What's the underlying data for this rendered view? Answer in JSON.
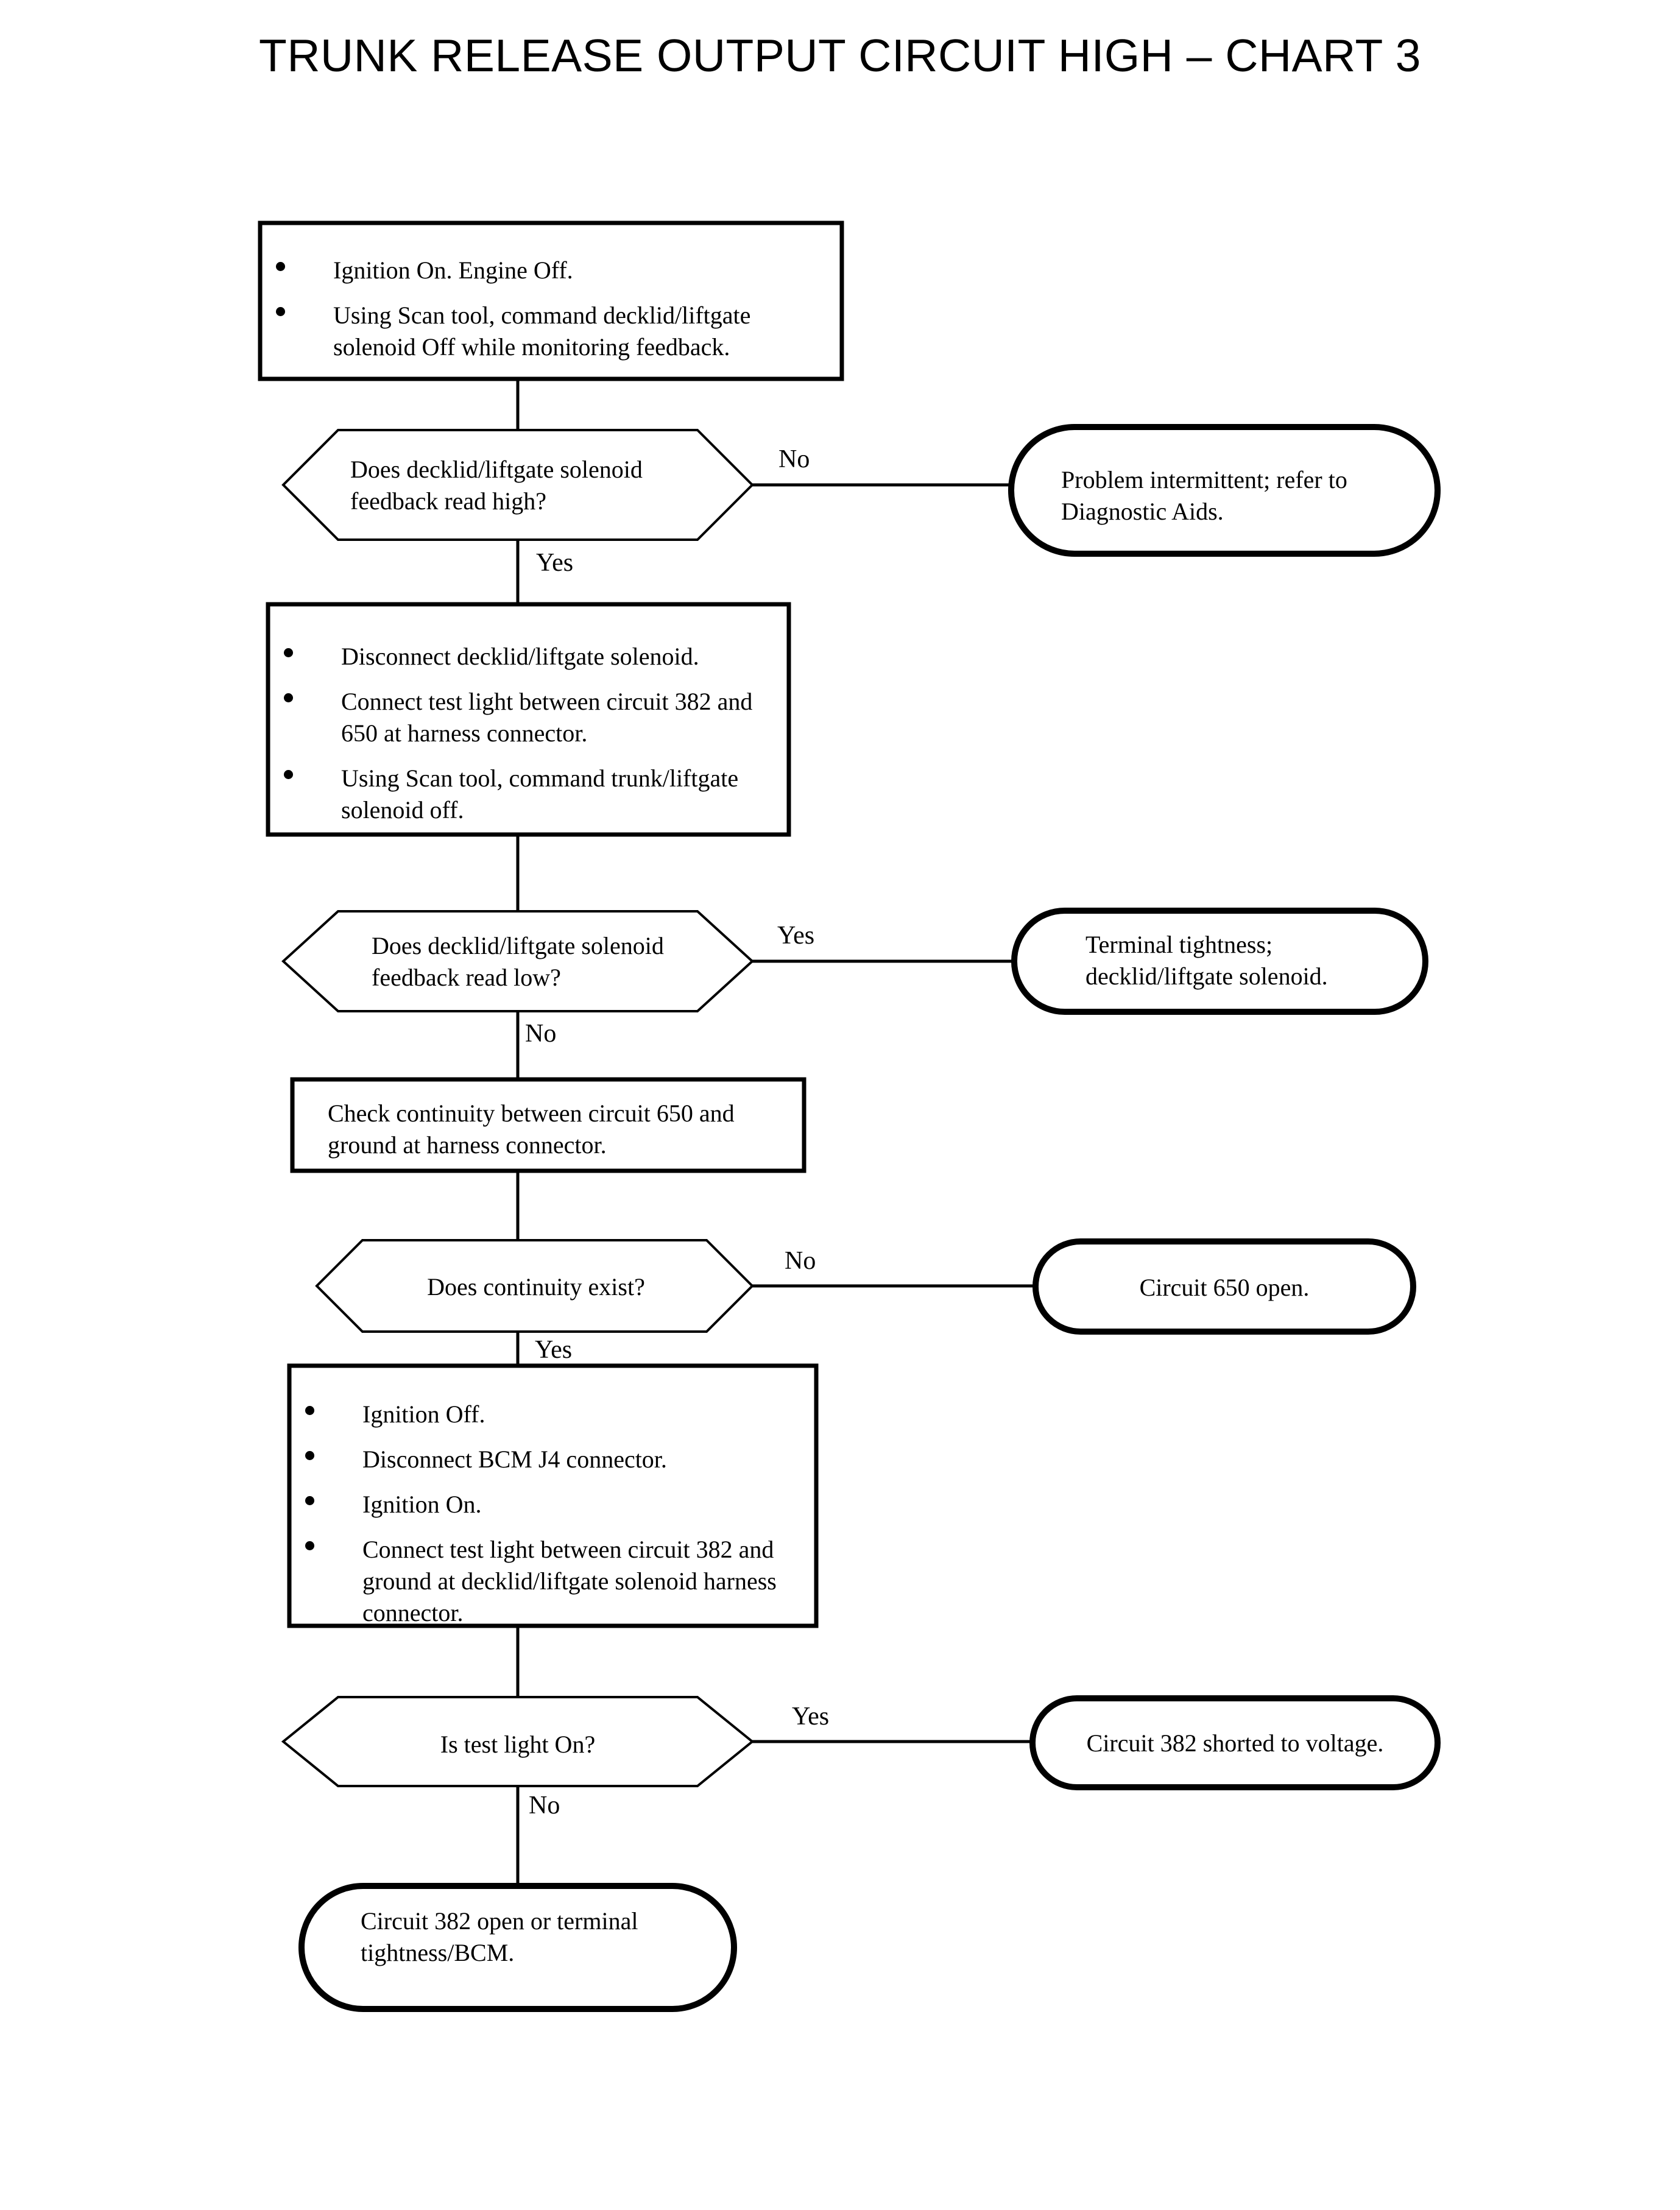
{
  "document": {
    "title": "TRUNK RELEASE OUTPUT CIRCUIT HIGH – CHART 3",
    "type": "diagnostic-flowchart"
  },
  "chart_data": {
    "type": "flowchart",
    "title": "TRUNK RELEASE OUTPUT CIRCUIT HIGH – CHART 3",
    "orientation": "top-to-bottom",
    "nodes": [
      {
        "id": "step1",
        "shape": "process",
        "bullets": [
          "Ignition On. Engine Off.",
          "Using Scan tool, command decklid/liftgate solenoid Off while monitoring feedback."
        ]
      },
      {
        "id": "decision1",
        "shape": "decision",
        "text": "Does decklid/liftgate solenoid feedback read high?"
      },
      {
        "id": "terminal1",
        "shape": "terminal",
        "text": "Problem intermittent; refer to Diagnostic Aids."
      },
      {
        "id": "step2",
        "shape": "process",
        "bullets": [
          "Disconnect decklid/liftgate solenoid.",
          "Connect test light between circuit 382 and 650 at harness connector.",
          "Using Scan tool, command trunk/liftgate solenoid off."
        ]
      },
      {
        "id": "decision2",
        "shape": "decision",
        "text": "Does decklid/liftgate solenoid feedback read low?"
      },
      {
        "id": "terminal2",
        "shape": "terminal",
        "text": "Terminal tightness; decklid/liftgate solenoid."
      },
      {
        "id": "step3",
        "shape": "process",
        "text": "Check continuity between circuit 650 and ground at harness connector."
      },
      {
        "id": "decision3",
        "shape": "decision",
        "text": "Does continuity exist?"
      },
      {
        "id": "terminal3",
        "shape": "terminal",
        "text": "Circuit 650 open."
      },
      {
        "id": "step4",
        "shape": "process",
        "bullets": [
          "Ignition Off.",
          "Disconnect BCM J4 connector.",
          "Ignition On.",
          "Connect test light between circuit 382 and ground at decklid/liftgate solenoid harness connector."
        ]
      },
      {
        "id": "decision4",
        "shape": "decision",
        "text": "Is test light On?"
      },
      {
        "id": "terminal4",
        "shape": "terminal",
        "text": "Circuit 382 shorted to voltage."
      },
      {
        "id": "terminal5",
        "shape": "terminal",
        "text": "Circuit 382 open or terminal tightness/BCM."
      }
    ],
    "edges": [
      {
        "from": "step1",
        "to": "decision1",
        "label": ""
      },
      {
        "from": "decision1",
        "to": "terminal1",
        "label": "No"
      },
      {
        "from": "decision1",
        "to": "step2",
        "label": "Yes"
      },
      {
        "from": "step2",
        "to": "decision2",
        "label": ""
      },
      {
        "from": "decision2",
        "to": "terminal2",
        "label": "Yes"
      },
      {
        "from": "decision2",
        "to": "step3",
        "label": "No"
      },
      {
        "from": "step3",
        "to": "decision3",
        "label": ""
      },
      {
        "from": "decision3",
        "to": "terminal3",
        "label": "No"
      },
      {
        "from": "decision3",
        "to": "step4",
        "label": "Yes"
      },
      {
        "from": "step4",
        "to": "decision4",
        "label": ""
      },
      {
        "from": "decision4",
        "to": "terminal4",
        "label": "Yes"
      },
      {
        "from": "decision4",
        "to": "terminal5",
        "label": "No"
      }
    ],
    "colors": {
      "stroke": "#000000",
      "fill": "#ffffff",
      "text": "#000000"
    }
  },
  "nodes": {
    "step1": {
      "b0": "Ignition On. Engine Off.",
      "b1": "Using Scan tool, command decklid/liftgate solenoid Off while monitoring feedback."
    },
    "decision1": {
      "text": "Does decklid/liftgate solenoid feedback read high?"
    },
    "terminal1": {
      "text": "Problem intermittent; refer to Diagnostic Aids."
    },
    "step2": {
      "b0": "Disconnect decklid/liftgate solenoid.",
      "b1": "Connect test light between circuit 382 and 650 at harness connector.",
      "b2": "Using Scan tool, command trunk/liftgate solenoid off."
    },
    "decision2": {
      "text": "Does decklid/liftgate solenoid feedback read low?"
    },
    "terminal2": {
      "text": "Terminal tightness; decklid/liftgate solenoid."
    },
    "step3": {
      "text": "Check continuity between circuit 650 and ground at harness connector."
    },
    "decision3": {
      "text": "Does continuity exist?"
    },
    "terminal3": {
      "text": "Circuit 650 open."
    },
    "step4": {
      "b0": "Ignition Off.",
      "b1": "Disconnect BCM J4 connector.",
      "b2": "Ignition On.",
      "b3": "Connect test light between circuit 382 and ground at decklid/liftgate solenoid harness connector."
    },
    "decision4": {
      "text": "Is test light On?"
    },
    "terminal4": {
      "text": "Circuit 382 shorted to voltage."
    },
    "terminal5": {
      "text": "Circuit 382 open or terminal tightness/BCM."
    }
  },
  "edge_labels": {
    "d1_no": "No",
    "d1_yes": "Yes",
    "d2_yes": "Yes",
    "d2_no": "No",
    "d3_no": "No",
    "d3_yes": "Yes",
    "d4_yes": "Yes",
    "d4_no": "No"
  }
}
